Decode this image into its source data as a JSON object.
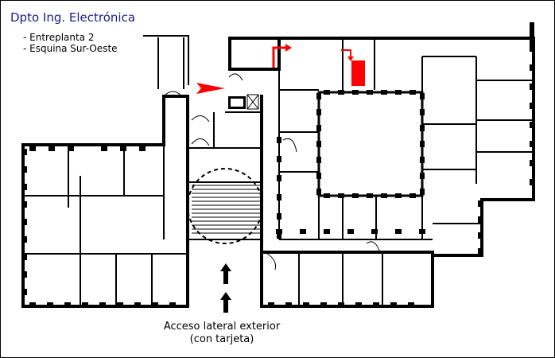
{
  "title": "Dpto Ing. Electrónica",
  "notes": [
    "- Entreplanta 2",
    "- Esquina Sur-Oeste"
  ],
  "access": {
    "line1": "Acceso lateral exterior",
    "line2": "(con tarjeta)"
  },
  "colors": {
    "wall": "#000000",
    "title": "#1c1c8c",
    "route": "#ff0000",
    "target": "#ff0000"
  }
}
